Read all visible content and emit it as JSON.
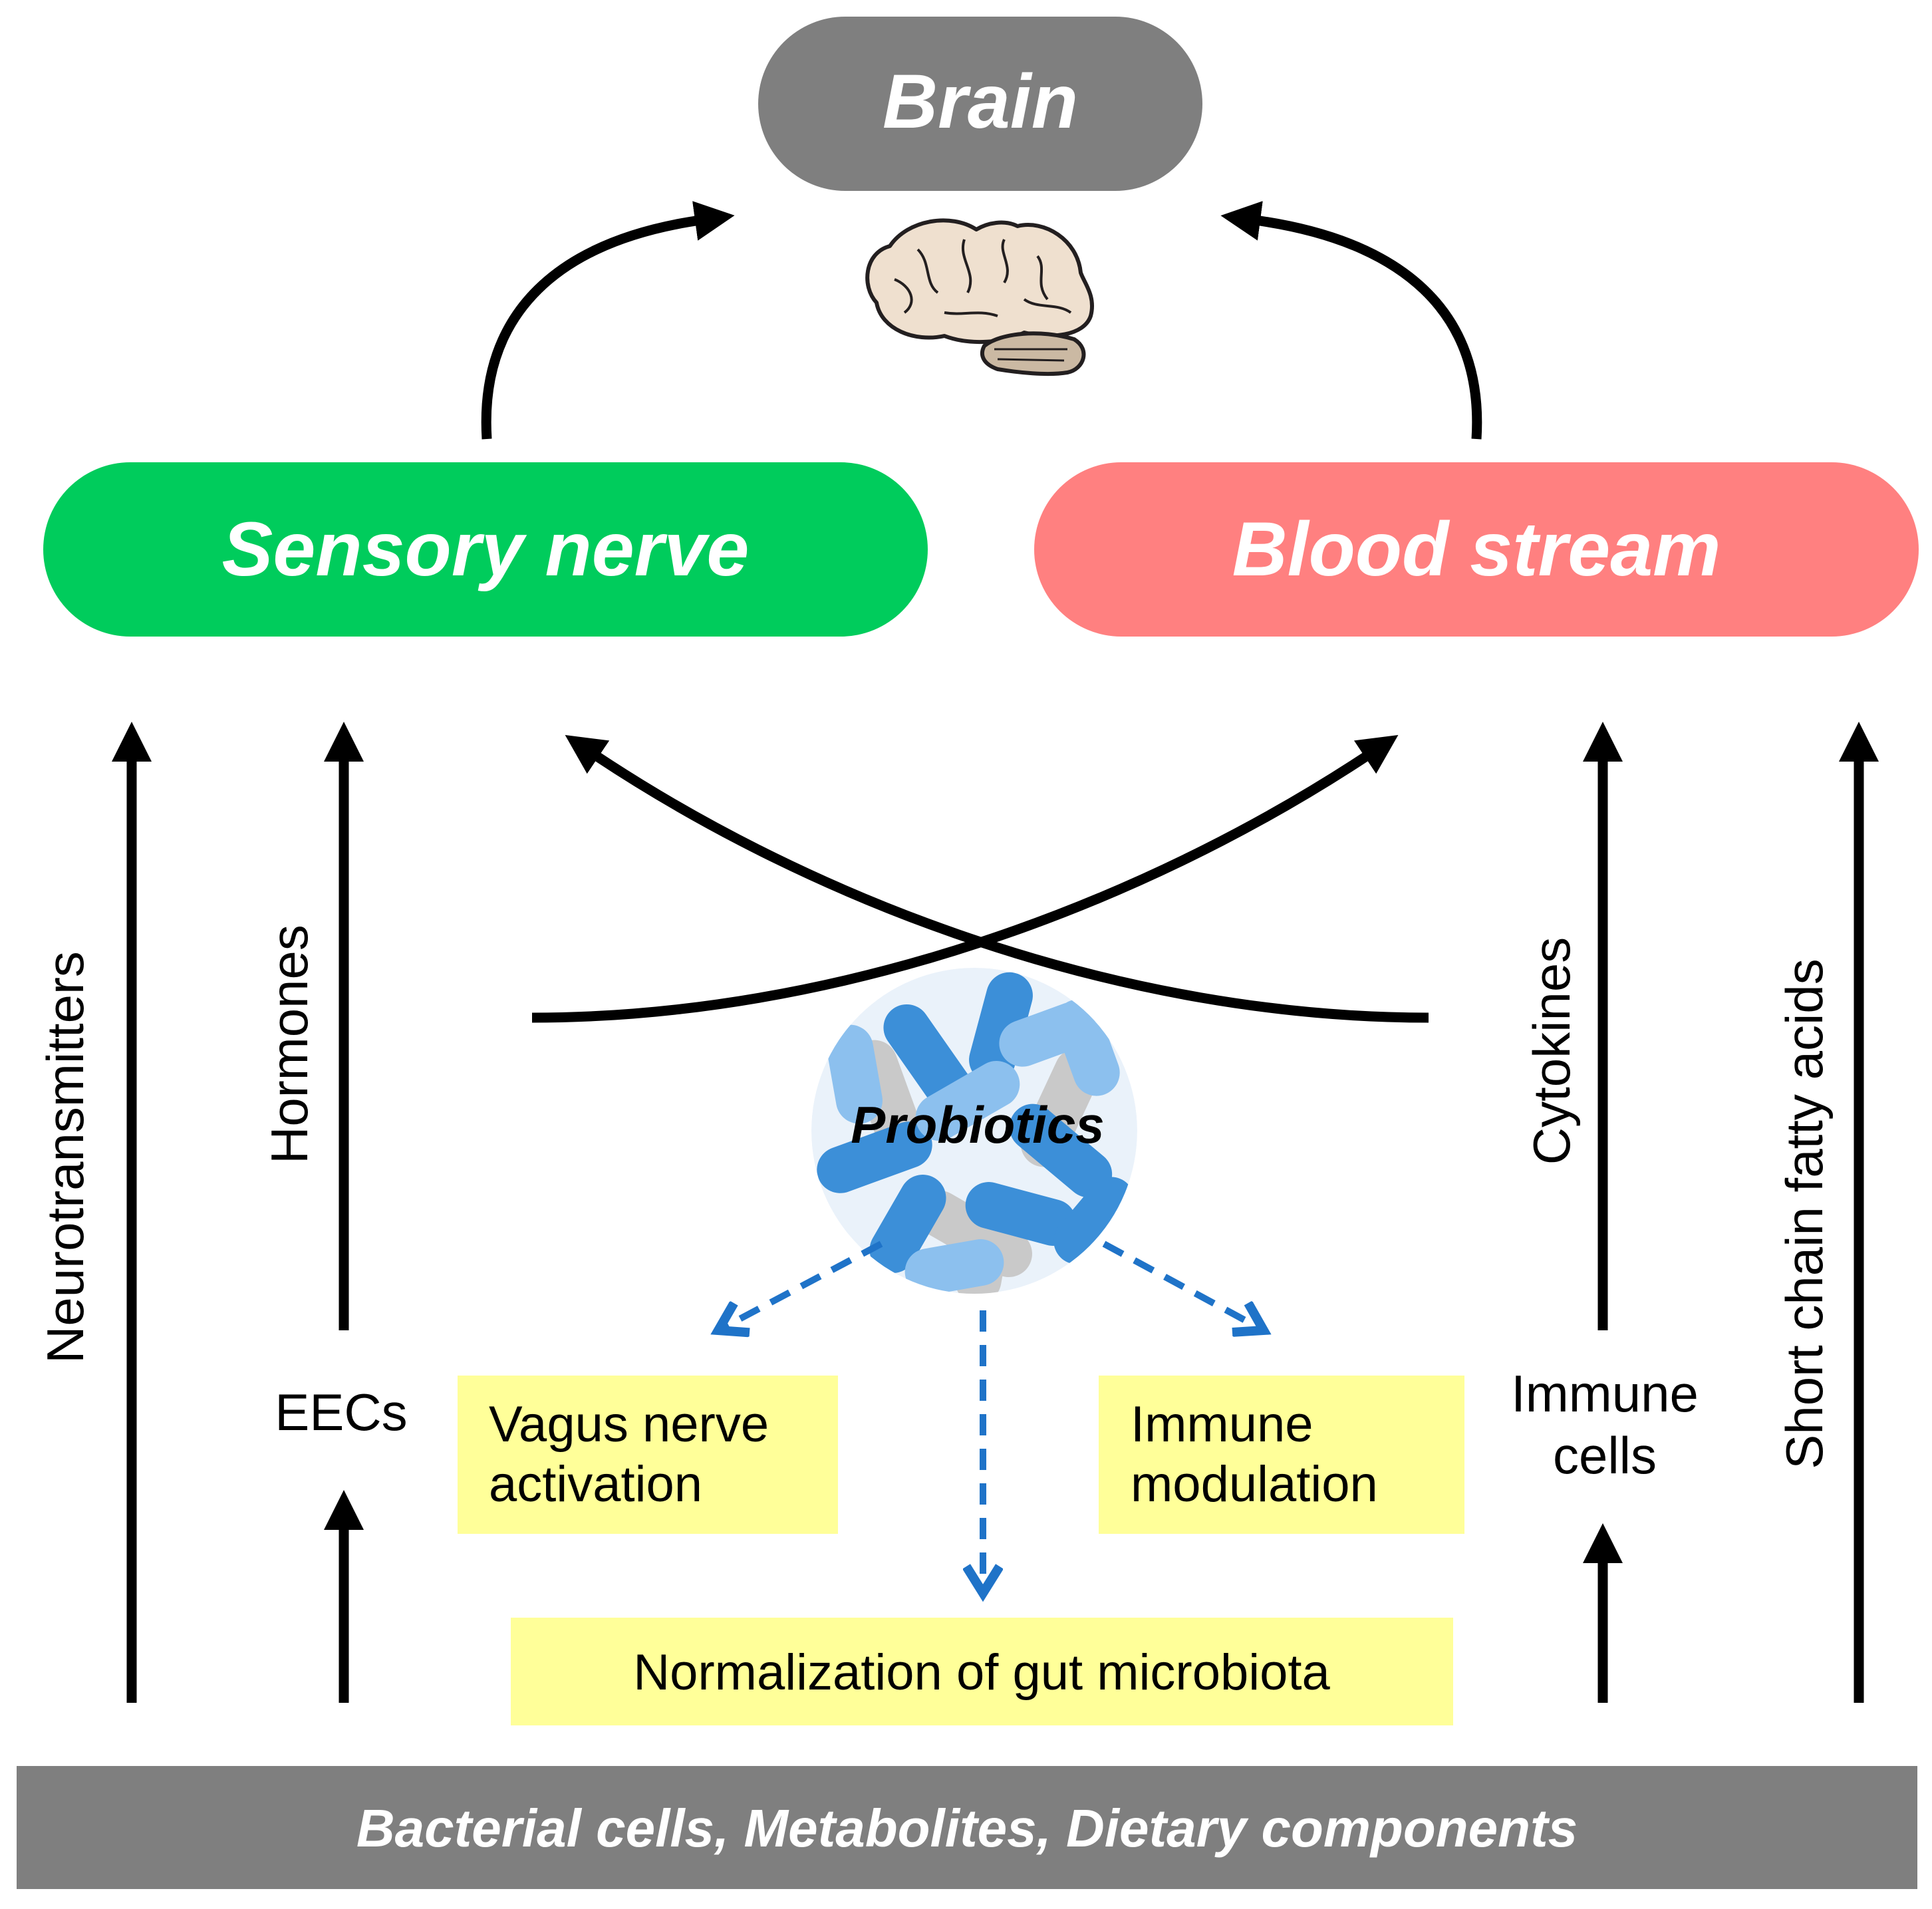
{
  "nodes": {
    "brain": "Brain",
    "sensory_nerve": "Sensory nerve",
    "blood_stream": "Blood stream",
    "base": "Bacterial cells, Metabolites, Dietary components",
    "probiotics": "Probiotics"
  },
  "pathway_labels": {
    "neurotransmitters": "Neurotransmitters",
    "hormones": "Hormones",
    "eecs": "EECs",
    "cytokines": "Cytokines",
    "immune_cells_line1": "Immune",
    "immune_cells_line2": "cells",
    "scfa": "Short chain fatty acids"
  },
  "effects": {
    "vagus_line1": "Vagus nerve",
    "vagus_line2": "activation",
    "immune_line1": "Immune",
    "immune_line2": "modulation",
    "normalization": "Normalization of gut microbiota"
  },
  "colors": {
    "brain_pill": "#7f7f7f",
    "sensory_pill": "#00cc5c",
    "blood_pill": "#ff8080",
    "base_bar": "#7f7f7f",
    "effect_box": "#ffff99",
    "dashed_arrow": "#1f73c8",
    "arrow": "#000000"
  },
  "icons": [
    "brain-icon",
    "bacteria-cluster-icon"
  ]
}
